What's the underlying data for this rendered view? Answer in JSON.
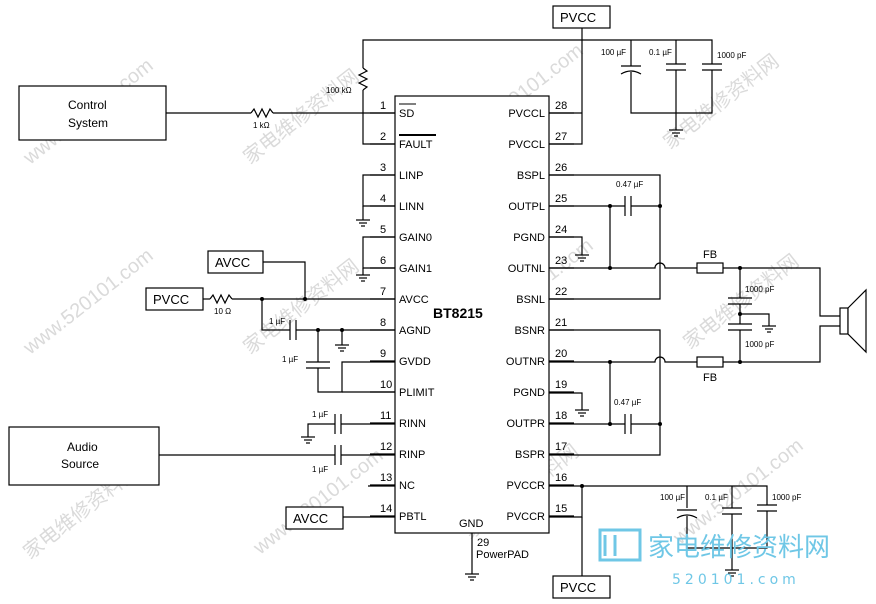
{
  "chip": {
    "name": "BT8215",
    "pad_number": "29",
    "pad_label": "PowerPAD",
    "left_pins": [
      {
        "num": "1",
        "name": "SD"
      },
      {
        "num": "2",
        "name": "FAULT"
      },
      {
        "num": "3",
        "name": "LINP"
      },
      {
        "num": "4",
        "name": "LINN"
      },
      {
        "num": "5",
        "name": "GAIN0"
      },
      {
        "num": "6",
        "name": "GAIN1"
      },
      {
        "num": "7",
        "name": "AVCC"
      },
      {
        "num": "8",
        "name": "AGND"
      },
      {
        "num": "9",
        "name": "GVDD"
      },
      {
        "num": "10",
        "name": "PLIMIT"
      },
      {
        "num": "11",
        "name": "RINN"
      },
      {
        "num": "12",
        "name": "RINP"
      },
      {
        "num": "13",
        "name": "NC"
      },
      {
        "num": "14",
        "name": "PBTL"
      }
    ],
    "right_pins": [
      {
        "num": "28",
        "name": "PVCCL"
      },
      {
        "num": "27",
        "name": "PVCCL"
      },
      {
        "num": "26",
        "name": "BSPL"
      },
      {
        "num": "25",
        "name": "OUTPL"
      },
      {
        "num": "24",
        "name": "PGND"
      },
      {
        "num": "23",
        "name": "OUTNL"
      },
      {
        "num": "22",
        "name": "BSNL"
      },
      {
        "num": "21",
        "name": "BSNR"
      },
      {
        "num": "20",
        "name": "OUTNR"
      },
      {
        "num": "19",
        "name": "PGND"
      },
      {
        "num": "18",
        "name": "OUTPR"
      },
      {
        "num": "17",
        "name": "BSPR"
      },
      {
        "num": "16",
        "name": "PVCCR"
      },
      {
        "num": "15",
        "name": "PVCCR"
      }
    ],
    "gnd_label": "GND"
  },
  "blocks": {
    "control": [
      "Control",
      "System"
    ],
    "audio": [
      "Audio",
      "Source"
    ]
  },
  "rails": {
    "pvcc_top": "PVCC",
    "pvcc_left": "PVCC",
    "pvcc_bottom": "PVCC",
    "avcc_upper": "AVCC",
    "avcc_lower": "AVCC"
  },
  "values": {
    "r_pullup": "100 kΩ",
    "r_series": "1 kΩ",
    "r_avcc": "10 Ω",
    "c_top": [
      "100 µF",
      "0.1 µF",
      "1000 pF"
    ],
    "c_bottom": [
      "100 µF",
      "0.1 µF",
      "1000 pF"
    ],
    "c_bs_left": "0.47 µF",
    "c_bs_right": "0.47 µF",
    "c_agnd": "1 µF",
    "c_gvdd": "1 µF",
    "c_rinn": "1 µF",
    "c_rinp": "1 µF",
    "c_out_top": "1000 pF",
    "c_out_bottom": "1000 pF",
    "fb_top": "FB",
    "fb_bottom": "FB"
  },
  "watermark": {
    "text_cn": "家电维修资料网",
    "text_url": "www.520101.com",
    "logo_cn": "家电维修资料网",
    "logo_num": "520101.com"
  },
  "colors": {
    "ink": "#000000",
    "watermark": "#bcbcbc",
    "logo": "#6fc7e6"
  }
}
